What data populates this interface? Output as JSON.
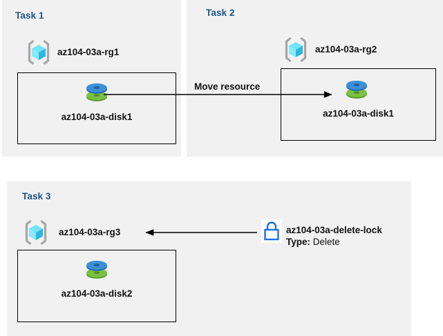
{
  "diagram": {
    "title_color": "#18558a",
    "panel_bg": "#f1f1f1",
    "page_bg": "#ffffff",
    "accent_lock_color": "#1f6fe0"
  },
  "tasks": [
    {
      "title": "Task 1",
      "resource_group": {
        "icon": "resource-group-icon",
        "label": "az104-03a-rg1"
      },
      "resource": {
        "icon": "managed-disk-icon",
        "label": "az104-03a-disk1"
      }
    },
    {
      "title": "Task 2",
      "resource_group": {
        "icon": "resource-group-icon",
        "label": "az104-03a-rg2"
      },
      "resource": {
        "icon": "managed-disk-icon",
        "label": "az104-03a-disk1"
      }
    },
    {
      "title": "Task 3",
      "resource_group": {
        "icon": "resource-group-icon",
        "label": "az104-03a-rg3"
      },
      "resource": {
        "icon": "managed-disk-icon",
        "label": "az104-03a-disk2"
      }
    }
  ],
  "connectors": {
    "move": {
      "caption": "Move resource",
      "direction": "left-to-right"
    },
    "lock": {
      "caption": "",
      "direction": "right-to-left"
    }
  },
  "lock": {
    "icon": "padlock-icon",
    "name": "az104-03a-delete-lock",
    "type_key": "Type:",
    "type_value": "Delete"
  }
}
